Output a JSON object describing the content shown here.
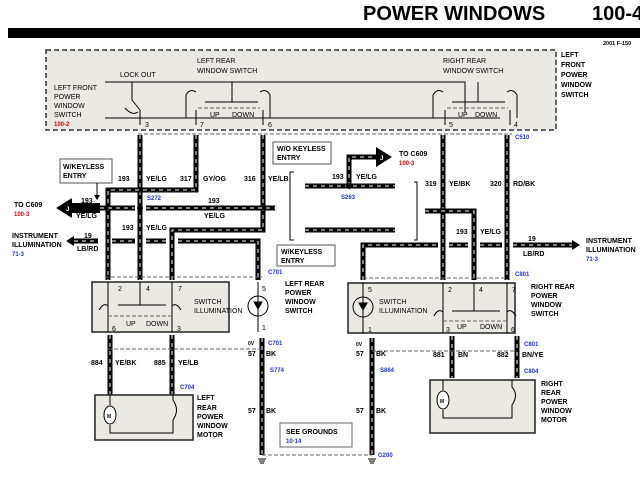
{
  "header": {
    "title": "POWER WINDOWS",
    "page": "100-4",
    "vehicle": "2001 F-150"
  },
  "lf_switch": {
    "label": [
      "LEFT",
      "FRONT",
      "POWER",
      "WINDOW",
      "SWITCH"
    ],
    "inner_label": [
      "LEFT FRONT",
      "POWER",
      "WINDOW",
      "SWITCH"
    ],
    "inner_ref": "100-2",
    "lock_out": "LOCK  OUT",
    "left_rear": [
      "LEFT REAR",
      "WINDOW SWITCH"
    ],
    "right_rear": [
      "RIGHT REAR",
      "WINDOW SWITCH"
    ],
    "up": "UP",
    "down": "DOWN",
    "pins": [
      "3",
      "7",
      "6",
      "5",
      "4"
    ],
    "connector": "C510"
  },
  "wires_top": {
    "w193": "193",
    "ye_lg": "YE/LG",
    "w317": "317",
    "gy_og": "GY/OG",
    "w316": "316",
    "ye_lb": "YE/LB",
    "w319": "319",
    "ye_bk": "YE/BK",
    "w320": "320",
    "rd_bk": "RD/BK",
    "w19": "19",
    "lb_rd": "LB/RD",
    "s272": "S272",
    "s263": "S263"
  },
  "boxes": {
    "w_keyless_left": [
      "W/KEYLESS",
      "ENTRY"
    ],
    "wo_keyless": [
      "W/O KEYLESS",
      "ENTRY"
    ],
    "w_keyless_mid": [
      "W/KEYLESS",
      "ENTRY"
    ]
  },
  "refs": {
    "to_c609": "TO C609",
    "to_c609_ref": "100-3",
    "instr": [
      "INSTRUMENT",
      "ILLUMINATION"
    ],
    "instr_ref": "71-3",
    "connector_j": "J"
  },
  "lr_switch": {
    "label": [
      "LEFT REAR",
      "POWER",
      "WINDOW",
      "SWITCH"
    ],
    "illum": [
      "SWITCH",
      "ILLUMINATION"
    ],
    "pins": [
      "2",
      "4",
      "7",
      "5",
      "6",
      "3",
      "1"
    ],
    "connector": "C701",
    "up": "UP",
    "down": "DOWN"
  },
  "rr_switch": {
    "label": [
      "RIGHT REAR",
      "POWER",
      "WINDOW",
      "SWITCH"
    ],
    "illum": [
      "SWITCH",
      "ILLUMINATION"
    ],
    "pins": [
      "5",
      "2",
      "4",
      "7",
      "1",
      "3",
      "6"
    ],
    "connector": "C801",
    "up": "UP",
    "down": "DOWN"
  },
  "lower": {
    "w884": "884",
    "ye_bk": "YE/BK",
    "w885": "885",
    "ye_lb": "YE/LB",
    "c704": "C704",
    "c701": "C701",
    "ov": "0V",
    "w57": "57",
    "bk": "BK",
    "s774": "S774",
    "s864": "S864",
    "c801": "C801",
    "w881": "881",
    "bn": "BN",
    "w882": "882",
    "bn_ye": "BN/YE",
    "c804": "C804",
    "grounds": "SEE GROUNDS",
    "grounds_ref": "10-14",
    "g200": "G200",
    "lr_motor": [
      "LEFT",
      "REAR",
      "POWER",
      "WINDOW",
      "MOTOR"
    ],
    "rr_motor": [
      "RIGHT",
      "REAR",
      "POWER",
      "WINDOW",
      "MOTOR"
    ],
    "motor_symbol": "M"
  },
  "colors": {
    "box_fill": "#ebe9e4",
    "ref_red": "#d40000",
    "ref_blue": "#2233cc"
  }
}
